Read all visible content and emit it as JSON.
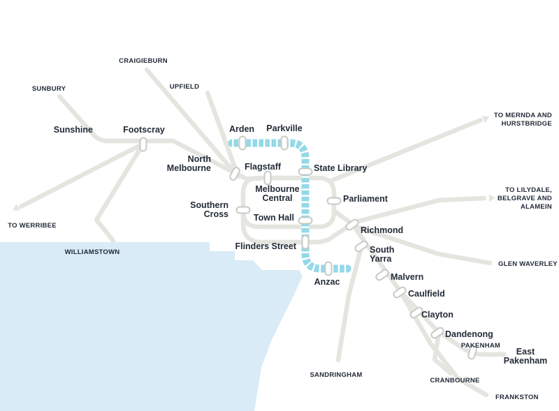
{
  "map": {
    "name": "Melbourne metropolitan rail network map",
    "colors": {
      "background": "#ffffff",
      "rail_line": "#e5e5e0",
      "metro_tunnel": "#93d9e9",
      "water": "#d9ebf6",
      "station_label": "#232b38",
      "station_marker_fill": "#ffffff",
      "station_marker_border": "#c9cac5"
    },
    "stations": {
      "sunbury": {
        "label": "SUNBURY"
      },
      "craigieburn": {
        "label": "CRAIGIEBURN"
      },
      "upfield": {
        "label": "UPFIELD"
      },
      "sunshine": {
        "label": "Sunshine"
      },
      "footscray": {
        "label": "Footscray"
      },
      "to_werribee": {
        "label": "TO WERRIBEE"
      },
      "williamstown": {
        "label": "WILLIAMSTOWN"
      },
      "north_melbourne": {
        "line1": "North",
        "line2": "Melbourne"
      },
      "arden": {
        "label": "Arden"
      },
      "parkville": {
        "label": "Parkville"
      },
      "flagstaff": {
        "label": "Flagstaff"
      },
      "state_library": {
        "label": "State Library"
      },
      "melbourne_central": {
        "line1": "Melbourne",
        "line2": "Central"
      },
      "parliament": {
        "label": "Parliament"
      },
      "southern_cross": {
        "line1": "Southern",
        "line2": "Cross"
      },
      "town_hall": {
        "label": "Town Hall"
      },
      "flinders_street": {
        "label": "Flinders Street"
      },
      "richmond": {
        "label": "Richmond"
      },
      "south_yarra": {
        "line1": "South",
        "line2": "Yarra"
      },
      "anzac": {
        "label": "Anzac"
      },
      "malvern": {
        "label": "Malvern"
      },
      "caulfield": {
        "label": "Caulfield"
      },
      "clayton": {
        "label": "Clayton"
      },
      "dandenong": {
        "label": "Dandenong"
      },
      "pakenham": {
        "label": "PAKENHAM"
      },
      "east_pakenham": {
        "line1": "East",
        "line2": "Pakenham"
      },
      "cranbourne": {
        "label": "CRANBOURNE"
      },
      "frankston": {
        "label": "FRANKSTON"
      },
      "sandringham": {
        "label": "SANDRINGHAM"
      },
      "glen_waverley": {
        "label": "GLEN WAVERLEY"
      },
      "to_mernda": {
        "line1": "TO MERNDA AND",
        "line2": "HURSTBRIDGE"
      },
      "to_lilydale": {
        "line1": "TO LILYDALE,",
        "line2": "BELGRAVE AND",
        "line3": "ALAMEIN"
      }
    }
  }
}
